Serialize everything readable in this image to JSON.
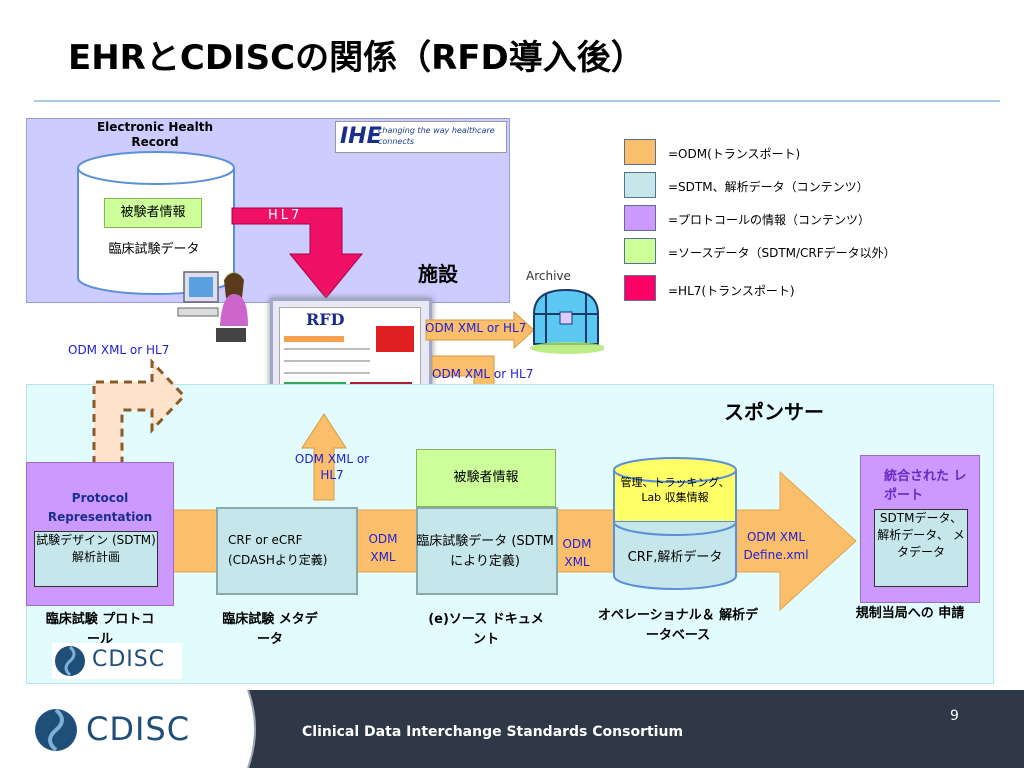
{
  "title": "EHRとCDISCの関係（RFD導入後）",
  "ehr": {
    "label": "Electronic Health Record",
    "subject_info": "被験者情報",
    "clinical_data": "臨床試験データ",
    "ihe_logo": "IHE",
    "ihe_tagline": "changing the way healthcare connects"
  },
  "hl7_arrow_label": "HL7",
  "facility_label": "施設",
  "rfd_label": "RFD",
  "archive_label": "Archive",
  "flows": {
    "odm_to_archive": "ODM XML or HL7",
    "odm_down": "ODM XML or HL7",
    "odm_protocol": "ODM XML or HL7",
    "odm_up": "ODM XML or HL7",
    "odm_xml_1": "ODM XML",
    "odm_xml_2": "ODM XML",
    "odm_define": "ODM XML Define.xml"
  },
  "legend": [
    {
      "color": "#fbbf6b",
      "label": "=ODM(トランスポート)"
    },
    {
      "color": "#c5e6ea",
      "label": "=SDTM、解析データ（コンテンツ）"
    },
    {
      "color": "#cc99ff",
      "label": "=プロトコールの情報（コンテンツ）"
    },
    {
      "color": "#ccff99",
      "label": "=ソースデータ（SDTM/CRFデータ以外）"
    },
    {
      "color": "#ff0066",
      "label": "=HL7(トランスポート)"
    }
  ],
  "sponsor_label": "スポンサー",
  "protocol": {
    "header": "Protocol Representation",
    "content": "試験デザイン (SDTM) 解析計画",
    "caption": "臨床試験 プロトコール"
  },
  "crf": {
    "content": "CRF or eCRF (CDASHより定義)",
    "caption": "臨床試験 メタデータ"
  },
  "esource": {
    "subject": "被験者情報",
    "content": "臨床試験データ (SDTMにより定義)",
    "caption": "(e)ソース ドキュメント"
  },
  "operational": {
    "db_top": "管理、トラッキング、Lab 収集情報",
    "content": "CRF,解析データ",
    "caption": "オペレーショナル＆ 解析データベース"
  },
  "report": {
    "header": "統合された レポート",
    "content": "SDTMデータ、 解析データ、 メタデータ",
    "caption": "規制当局への 申請"
  },
  "cdisc_small": "CDISC",
  "footer": {
    "logo": "CDISC",
    "text": "Clinical Data Interchange Standards Consortium",
    "page": "9"
  }
}
